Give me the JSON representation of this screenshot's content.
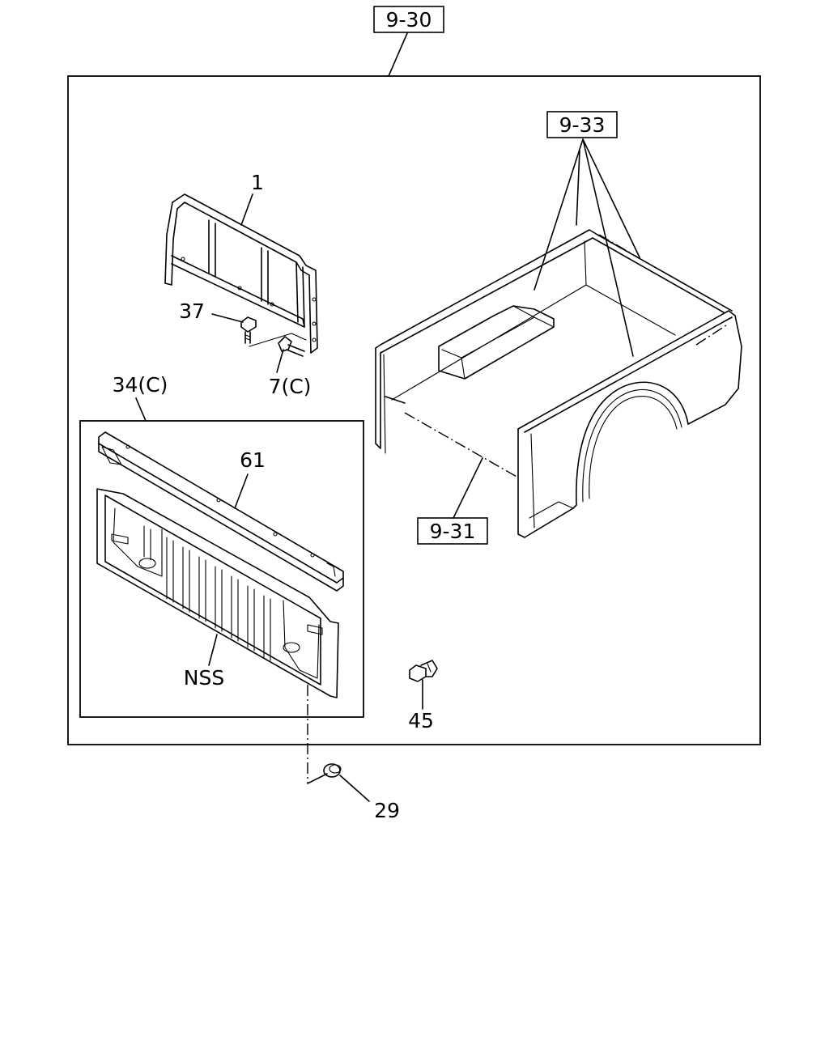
{
  "refs": {
    "main_assembly": "9-30",
    "bed_side": "9-33",
    "bed_floor": "9-31"
  },
  "callouts": {
    "guard_frame": "1",
    "bolt_a": "37",
    "bolt_c": "7(C)",
    "tailgate_assembly": "34(C)",
    "top_rail": "61",
    "tailgate_panel": "NSS",
    "clip": "45",
    "plug": "29"
  }
}
